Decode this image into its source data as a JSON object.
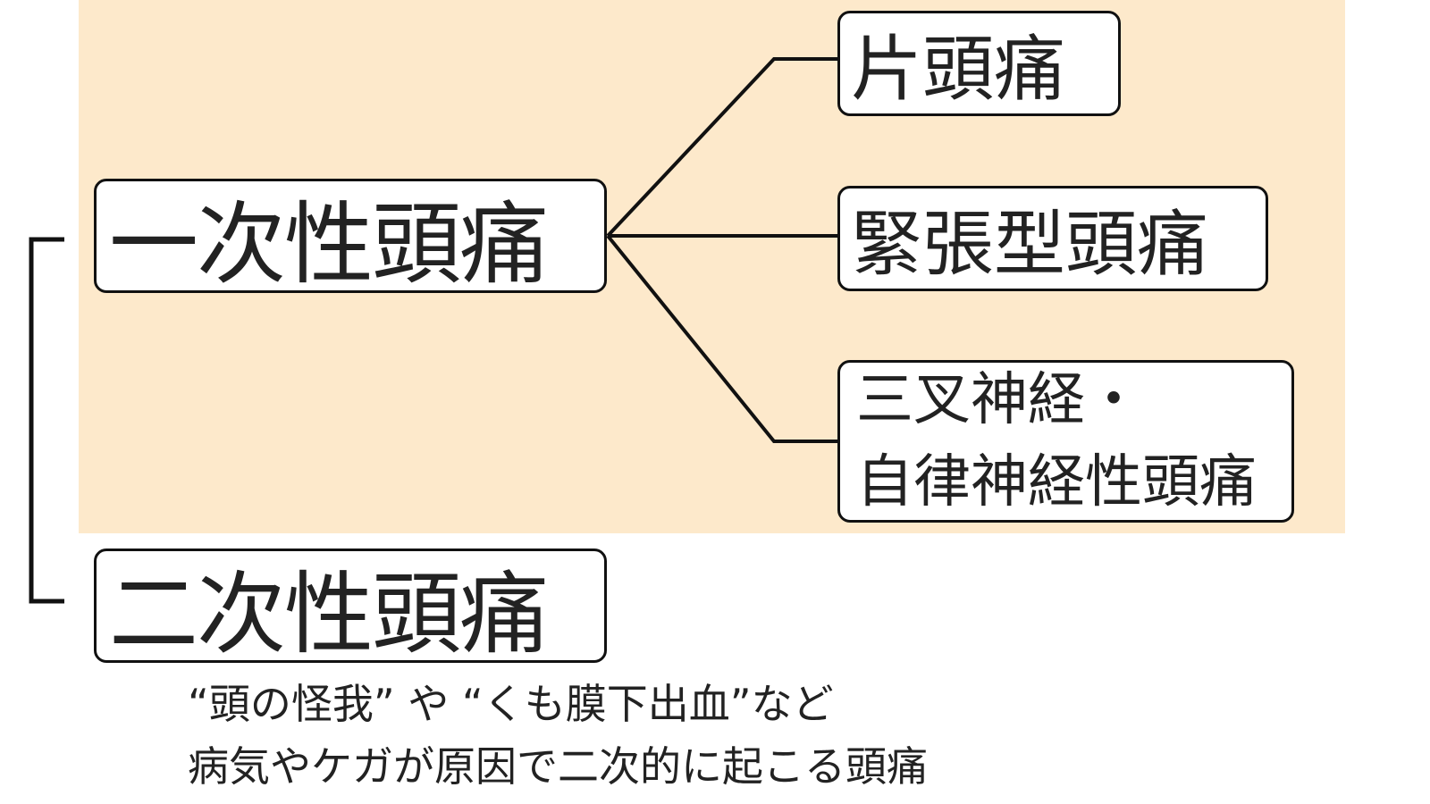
{
  "colors": {
    "highlight_bg": "#FDE9CB",
    "line": "#111111"
  },
  "primary": {
    "label": "一次性頭痛"
  },
  "secondary": {
    "label": "二次性頭痛"
  },
  "subtypes": [
    {
      "label": "片頭痛"
    },
    {
      "label": "緊張型頭痛"
    },
    {
      "line1": "三叉神経・",
      "line2": "自律神経性頭痛"
    }
  ],
  "caption": {
    "line1": "“頭の怪我” や “くも膜下出血”など",
    "line2": "病気やケガが原因で二次的に起こる頭痛"
  }
}
